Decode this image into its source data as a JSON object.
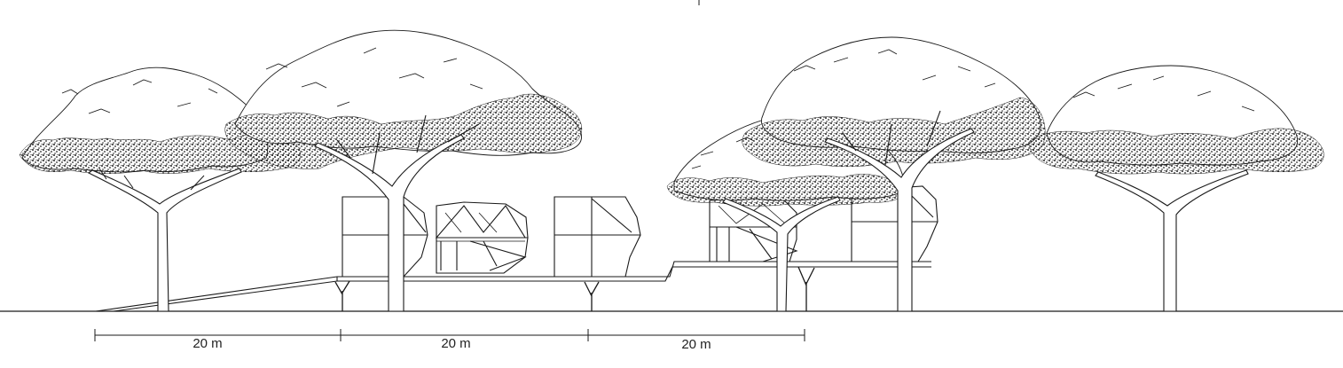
{
  "colors": {
    "line": "#1a1a1a",
    "foliage": "#2a2a2a",
    "background": "#ffffff"
  },
  "scale_bar": {
    "segments": [
      {
        "label": "20 m"
      },
      {
        "label": "20 m"
      },
      {
        "label": "20 m"
      }
    ]
  }
}
